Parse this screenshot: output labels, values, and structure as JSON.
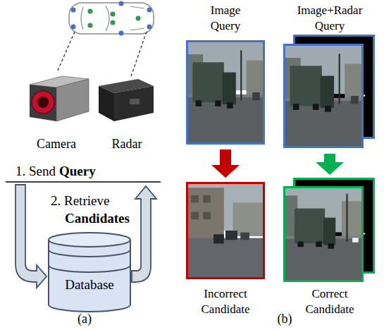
{
  "diagram": {
    "nodes": [
      {
        "text": [
          "Database"
        ]
      },
      {
        "text": [
          "Image Query"
        ]
      },
      {
        "text": [
          "Incorrect Candidate"
        ]
      },
      {
        "text": [
          "Image+Radar Query"
        ]
      },
      {
        "text": [
          "Correct Candidate"
        ]
      }
    ],
    "edges": [
      {
        "from": 1,
        "to": 2,
        "arrow": "to"
      },
      {
        "from": 3,
        "to": 4,
        "arrow": "to"
      }
    ],
    "labels": [
      "Camera",
      "Radar",
      "1. Send",
      "Query",
      "2. Retrieve",
      "Candidates",
      "(a)",
      "(b)"
    ]
  }
}
